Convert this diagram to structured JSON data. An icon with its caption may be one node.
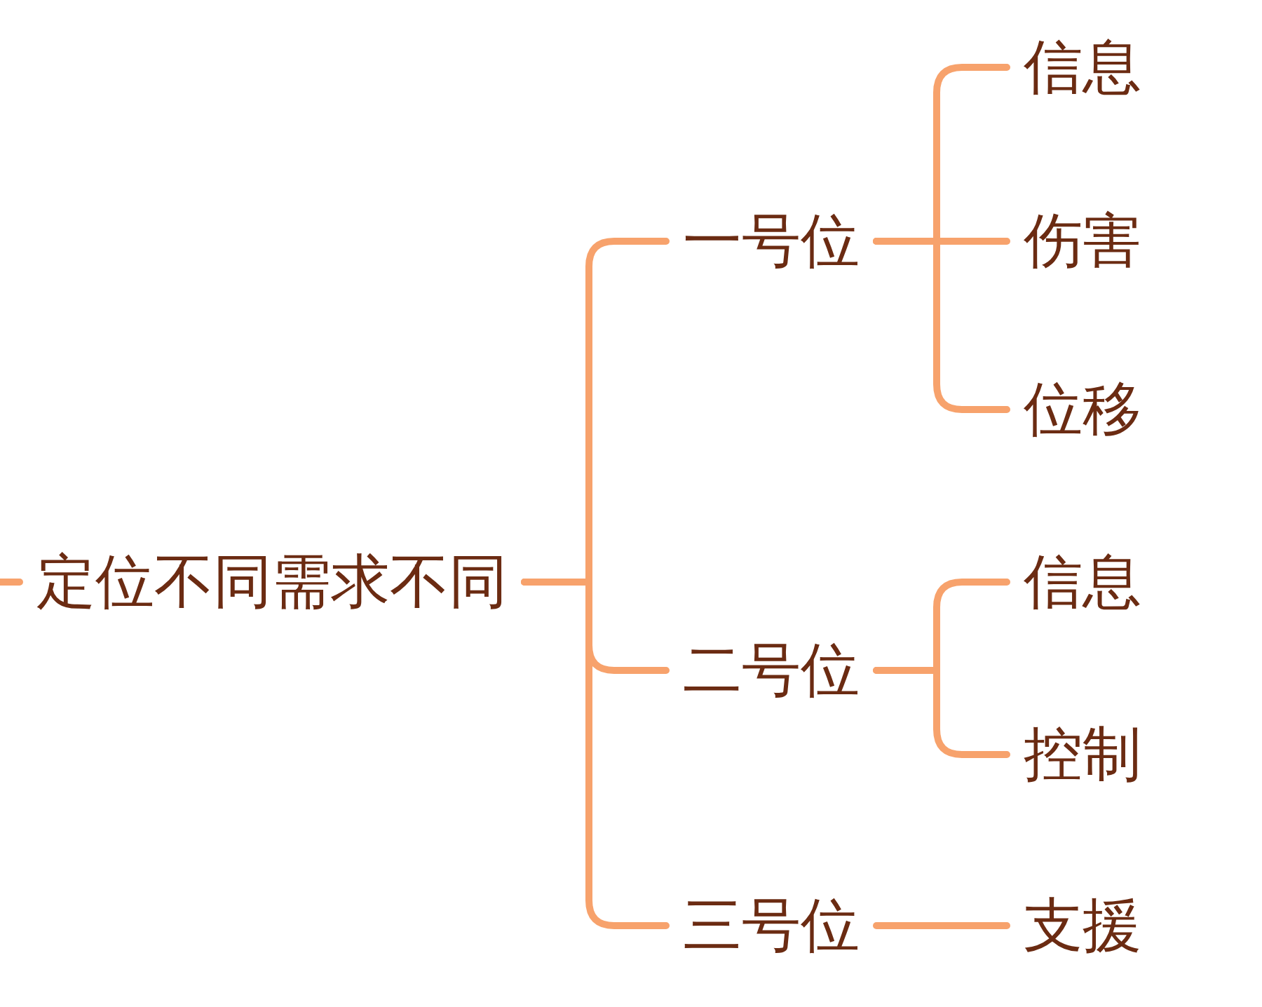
{
  "diagram": {
    "nodes": [
      {
        "text": [
          "定位不同需求不同"
        ]
      },
      {
        "text": [
          "一号位"
        ]
      },
      {
        "text": [
          "信息"
        ]
      },
      {
        "text": [
          "伤害"
        ]
      },
      {
        "text": [
          "位移"
        ]
      },
      {
        "text": [
          "二号位"
        ]
      },
      {
        "text": [
          "信息"
        ]
      },
      {
        "text": [
          "控制"
        ]
      },
      {
        "text": [
          "三号位"
        ]
      },
      {
        "text": [
          "支援"
        ]
      }
    ],
    "edges": [
      {
        "from": null,
        "to": 0,
        "arrow": "none"
      },
      {
        "from": 0,
        "to": 1,
        "arrow": "none"
      },
      {
        "from": 0,
        "to": 5,
        "arrow": "none"
      },
      {
        "from": 0,
        "to": 8,
        "arrow": "none"
      },
      {
        "from": 1,
        "to": 2,
        "arrow": "none"
      },
      {
        "from": 1,
        "to": 3,
        "arrow": "none"
      },
      {
        "from": 1,
        "to": 4,
        "arrow": "none"
      },
      {
        "from": 5,
        "to": 6,
        "arrow": "none"
      },
      {
        "from": 5,
        "to": 7,
        "arrow": "none"
      },
      {
        "from": 8,
        "to": 9,
        "arrow": "none"
      }
    ]
  }
}
